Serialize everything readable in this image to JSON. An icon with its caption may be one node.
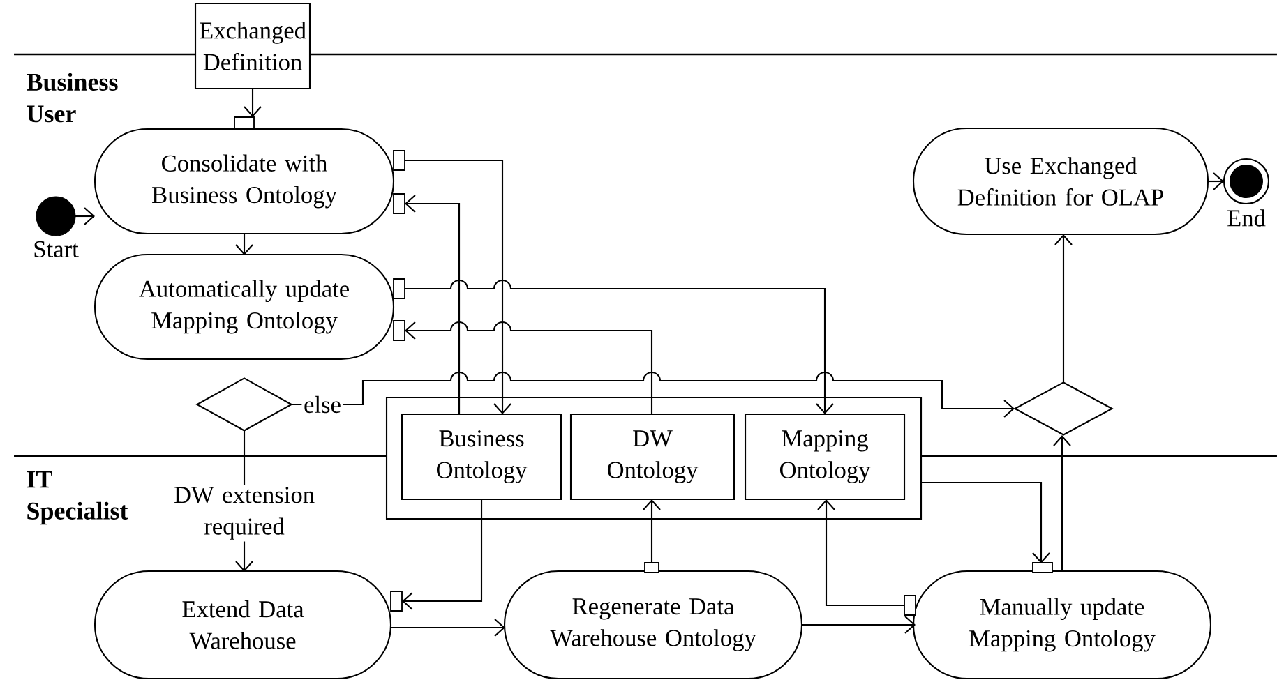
{
  "diagram": {
    "nodes": [
      {
        "text": [
          "Exchanged Definition"
        ]
      },
      {
        "text": [],
        "shape": "circle",
        "beside": [
          "Start"
        ]
      },
      {
        "text": [
          "Consolidate with Business Ontology"
        ]
      },
      {
        "text": [
          "Automatically update Mapping Ontology"
        ]
      },
      {
        "text": [],
        "shape": "diamond"
      },
      {
        "text": [
          "Use Exchanged Definition for OLAP"
        ]
      },
      {
        "text": [],
        "shape": "circle",
        "beside": [
          "End"
        ]
      },
      {
        "text": [],
        "shape": "box"
      },
      {
        "text": [
          "Business Ontology"
        ],
        "in": 7
      },
      {
        "text": [
          "DW Ontology"
        ],
        "in": 7
      },
      {
        "text": [
          "Mapping Ontology"
        ],
        "in": 7
      },
      {
        "text": [],
        "shape": "diamond"
      },
      {
        "text": [
          "Extend Data Warehouse"
        ]
      },
      {
        "text": [
          "Regenerate Data Warehouse Ontology"
        ]
      },
      {
        "text": [
          "Manually update Mapping Ontology"
        ]
      }
    ],
    "edges": [
      {
        "from": 0,
        "to": 2,
        "arrow": "to"
      },
      {
        "from": 1,
        "to": 2,
        "arrow": "to"
      },
      {
        "from": 2,
        "to": 3,
        "arrow": "to"
      },
      {
        "from": 2,
        "to": 8,
        "arrow": "to"
      },
      {
        "from": 8,
        "to": 2,
        "arrow": "to"
      },
      {
        "from": 3,
        "to": 10,
        "arrow": "to"
      },
      {
        "from": 9,
        "to": 3,
        "arrow": "to"
      },
      {
        "from": 4,
        "to": 11,
        "arrow": "to",
        "label": "else"
      },
      {
        "from": 4,
        "to": 12,
        "arrow": "to",
        "label": "DW extension required"
      },
      {
        "from": 8,
        "to": 12,
        "arrow": "to"
      },
      {
        "from": 12,
        "to": 13,
        "arrow": "to"
      },
      {
        "from": 13,
        "to": 9,
        "arrow": "to"
      },
      {
        "from": 13,
        "to": 14,
        "arrow": "to"
      },
      {
        "from": 14,
        "to": 10,
        "arrow": "to"
      },
      {
        "from": 7,
        "to": 14,
        "arrow": "to"
      },
      {
        "from": 14,
        "to": 11,
        "arrow": "to"
      },
      {
        "from": 11,
        "to": 5,
        "arrow": "to"
      },
      {
        "from": 5,
        "to": 6,
        "arrow": "to"
      }
    ],
    "labels": [
      "Business User",
      "IT Specialist"
    ]
  }
}
